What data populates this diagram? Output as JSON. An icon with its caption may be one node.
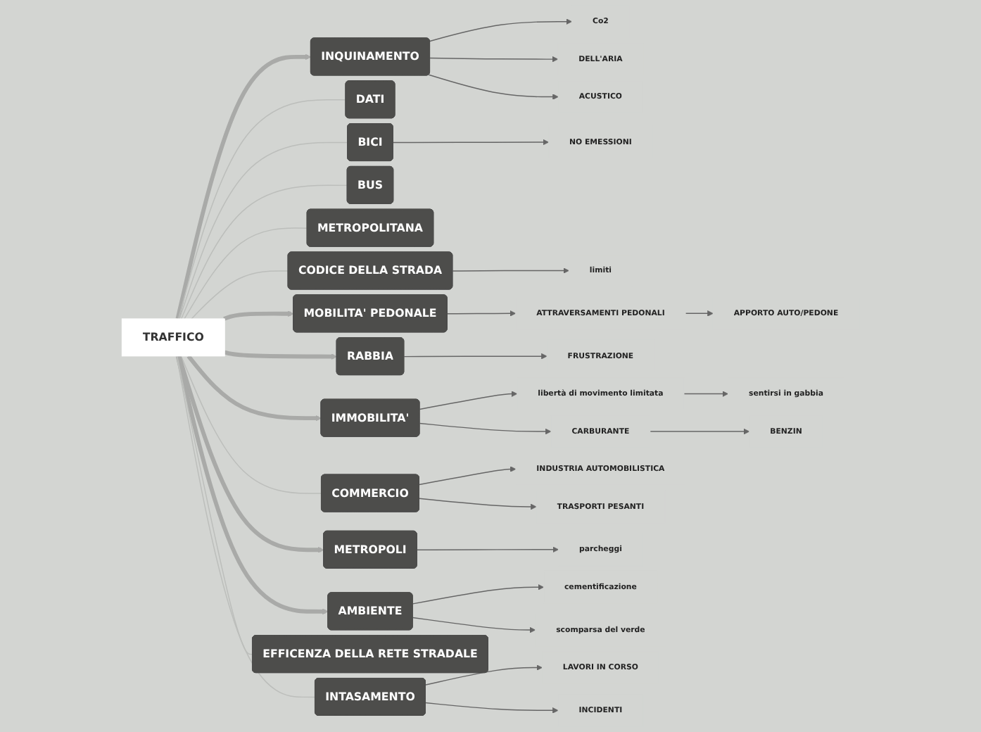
{
  "diagram": {
    "nodes": [
      {
        "text": [
          "TRAFFICO"
        ]
      },
      {
        "text": [
          "INQUINAMENTO"
        ]
      },
      {
        "text": [
          "Co2"
        ]
      },
      {
        "text": [
          "DELL'ARIA"
        ]
      },
      {
        "text": [
          "ACUSTICO"
        ]
      },
      {
        "text": [
          "DATI"
        ]
      },
      {
        "text": [
          "BICI"
        ]
      },
      {
        "text": [
          "NO EMESSIONI"
        ]
      },
      {
        "text": [
          "BUS"
        ]
      },
      {
        "text": [
          "METROPOLITANA"
        ]
      },
      {
        "text": [
          "CODICE DELLA STRADA"
        ]
      },
      {
        "text": [
          "limiti"
        ]
      },
      {
        "text": [
          "MOBILITA' PEDONALE"
        ]
      },
      {
        "text": [
          "ATTRAVERSAMENTI PEDONALI"
        ]
      },
      {
        "text": [
          "APPORTO AUTO/PEDONE"
        ]
      },
      {
        "text": [
          "RABBIA"
        ]
      },
      {
        "text": [
          "FRUSTRAZIONE"
        ]
      },
      {
        "text": [
          "IMMOBILITA'"
        ]
      },
      {
        "text": [
          "libertà di movimento limitata"
        ]
      },
      {
        "text": [
          "sentirsi in gabbia"
        ]
      },
      {
        "text": [
          "CARBURANTE"
        ]
      },
      {
        "text": [
          "BENZIN"
        ]
      },
      {
        "text": [
          "COMMERCIO"
        ]
      },
      {
        "text": [
          "INDUSTRIA AUTOMOBILISTICA"
        ]
      },
      {
        "text": [
          "TRASPORTI PESANTI"
        ]
      },
      {
        "text": [
          "METROPOLI"
        ]
      },
      {
        "text": [
          "parcheggi"
        ]
      },
      {
        "text": [
          "AMBIENTE"
        ]
      },
      {
        "text": [
          "cementificazione"
        ]
      },
      {
        "text": [
          "scomparsa del verde"
        ]
      },
      {
        "text": [
          "EFFICENZA DELLA RETE STRADALE"
        ]
      },
      {
        "text": [
          "INTASAMENTO"
        ]
      },
      {
        "text": [
          "LAVORI IN CORSO"
        ]
      },
      {
        "text": [
          "INCIDENTI"
        ]
      }
    ],
    "edges": [
      {
        "from": 0,
        "to": 1,
        "arrow": "to",
        "style": "thick",
        "color": "#a9aaa8"
      },
      {
        "from": 1,
        "to": 2,
        "arrow": "to"
      },
      {
        "from": 1,
        "to": 3,
        "arrow": "to"
      },
      {
        "from": 1,
        "to": 4,
        "arrow": "to"
      },
      {
        "from": 0,
        "to": 5,
        "arrow": "none",
        "color": "#bcbebb"
      },
      {
        "from": 0,
        "to": 6,
        "arrow": "none",
        "color": "#bcbebb"
      },
      {
        "from": 6,
        "to": 7,
        "arrow": "to"
      },
      {
        "from": 0,
        "to": 8,
        "arrow": "none",
        "color": "#bcbebb"
      },
      {
        "from": 0,
        "to": 9,
        "arrow": "none",
        "color": "#bcbebb"
      },
      {
        "from": 0,
        "to": 10,
        "arrow": "none",
        "color": "#bcbebb"
      },
      {
        "from": 10,
        "to": 11,
        "arrow": "to"
      },
      {
        "from": 0,
        "to": 12,
        "arrow": "to",
        "style": "thick",
        "color": "#a9aaa8"
      },
      {
        "from": 12,
        "to": 13,
        "arrow": "to"
      },
      {
        "from": 13,
        "to": 14,
        "arrow": "to"
      },
      {
        "from": 0,
        "to": 15,
        "arrow": "to",
        "style": "thick",
        "color": "#a9aaa8"
      },
      {
        "from": 15,
        "to": 16,
        "arrow": "to"
      },
      {
        "from": 0,
        "to": 17,
        "arrow": "to",
        "style": "thick",
        "color": "#a9aaa8"
      },
      {
        "from": 17,
        "to": 18,
        "arrow": "to"
      },
      {
        "from": 18,
        "to": 19,
        "arrow": "to"
      },
      {
        "from": 17,
        "to": 20,
        "arrow": "to"
      },
      {
        "from": 20,
        "to": 21,
        "arrow": "to"
      },
      {
        "from": 0,
        "to": 22,
        "arrow": "none",
        "color": "#bcbebb"
      },
      {
        "from": 22,
        "to": 23,
        "arrow": "to"
      },
      {
        "from": 22,
        "to": 24,
        "arrow": "to"
      },
      {
        "from": 0,
        "to": 25,
        "arrow": "to",
        "style": "thick",
        "color": "#a9aaa8"
      },
      {
        "from": 25,
        "to": 26,
        "arrow": "to"
      },
      {
        "from": 0,
        "to": 27,
        "arrow": "to",
        "style": "thick",
        "color": "#a9aaa8"
      },
      {
        "from": 27,
        "to": 28,
        "arrow": "to"
      },
      {
        "from": 27,
        "to": 29,
        "arrow": "to"
      },
      {
        "from": 0,
        "to": 30,
        "arrow": "none",
        "color": "#bcbebb"
      },
      {
        "from": 0,
        "to": 31,
        "arrow": "none",
        "color": "#bcbebb"
      },
      {
        "from": 31,
        "to": 32,
        "arrow": "to"
      },
      {
        "from": 31,
        "to": 33,
        "arrow": "to"
      }
    ]
  }
}
